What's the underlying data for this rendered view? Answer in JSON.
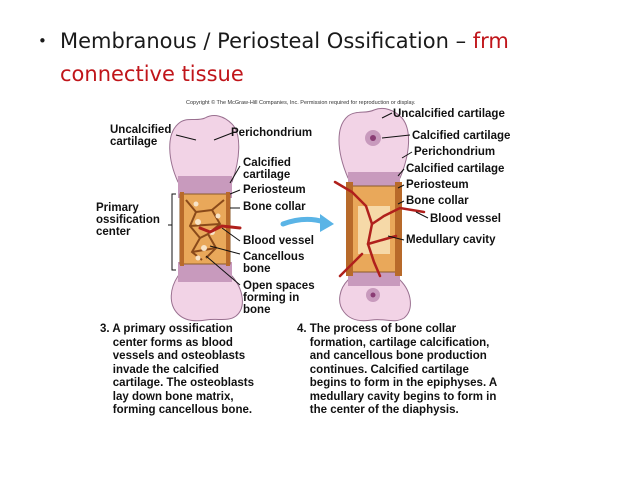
{
  "slide": {
    "bullet": "•",
    "title_main": "Membranous / Periosteal Ossification – ",
    "title_red": "frm",
    "title_line2": "connective tissue",
    "copyright": "Copyright © The McGraw-Hill Companies, Inc. Permission required for reproduction or display."
  },
  "left_labels": {
    "uncalcified": "Uncalcified\ncartilage",
    "primary": "Primary\nossification\ncenter",
    "perichondrium": "Perichondrium",
    "calcified": "Calcified\ncartilage",
    "periosteum": "Periosteum",
    "bone_collar": "Bone collar",
    "blood_vessel": "Blood vessel",
    "cancellous": "Cancellous\nbone",
    "open_spaces": "Open spaces\nforming in\nbone"
  },
  "right_labels": {
    "uncalcified": "Uncalcified cartilage",
    "calcified_top": "Calcified cartilage",
    "perichondrium": "Perichondrium",
    "calcified": "Calcified cartilage",
    "periosteum": "Periosteum",
    "bone_collar": "Bone collar",
    "blood_vessel": "Blood vessel",
    "medullary": "Medullary cavity"
  },
  "captions": {
    "step3": "3. A primary ossification\n    center forms as blood\n    vessels and osteoblasts\n    invade the calcified\n    cartilage. The osteoblasts\n    lay down bone matrix,\n    forming cancellous bone.",
    "step4": "4. The process of bone collar\n    formation, cartilage calcification,\n    and cancellous bone production\n    continues. Calcified cartilage\n    begins to form in the epiphyses. A\n    medullary cavity begins to form in\n    the center of the diaphysis."
  },
  "colors": {
    "cartilage": "#f2d3e6",
    "calcified": "#c89abd",
    "bone": "#e9a85a",
    "vessel": "#b0201c",
    "arrow": "#5ab4e6",
    "title_red": "#c0151a"
  }
}
